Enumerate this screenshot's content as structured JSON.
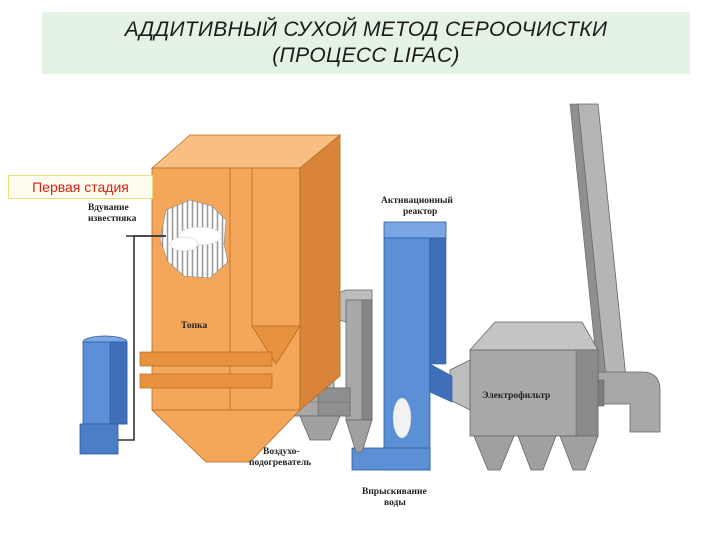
{
  "title": {
    "line1": "АДДИТИВНЫЙ СУХОЙ МЕТОД СЕРООЧИСТКИ",
    "line2": "(ПРОЦЕСС LIFAC)"
  },
  "stage_label": "Первая стадия",
  "labels": {
    "limestone_line1": "Вдувание",
    "limestone_line2": "известняка",
    "furnace": "Топка",
    "reactor_line1": "Активационный",
    "reactor_line2": "реактор",
    "precipitator": "Электрофильтр",
    "air_heater_line1": "Воздухо-",
    "air_heater_line2": "подогреватель",
    "water_line1": "Впрыскивание",
    "water_line2": "воды"
  },
  "colors": {
    "furnace": "#f4a65a",
    "furnace_dark": "#d9843a",
    "reactor": "#5b8fd6",
    "reactor_dark": "#3e6fb8",
    "gray": "#a8a8a8",
    "gray_dark": "#7e7e7e",
    "banner": "#e4f3e4",
    "stage_text": "#d81f10"
  }
}
